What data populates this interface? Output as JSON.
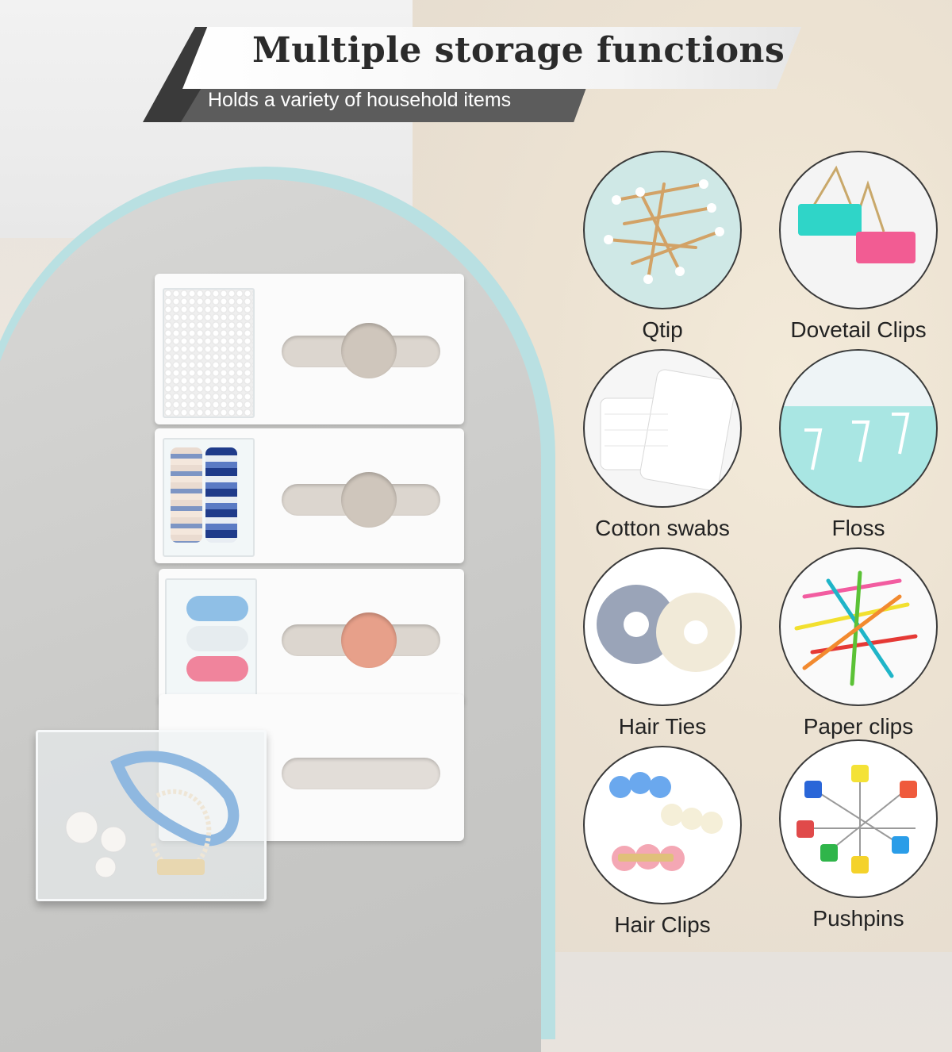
{
  "banner": {
    "title": "Multiple storage functions",
    "subtitle": "Holds a variety of household items"
  },
  "items": [
    {
      "label": "Qtip",
      "icon": "qtip-icon"
    },
    {
      "label": "Dovetail Clips",
      "icon": "dovetail-clips-icon"
    },
    {
      "label": "Cotton swabs",
      "icon": "cotton-pads-icon"
    },
    {
      "label": "Floss",
      "icon": "floss-icon"
    },
    {
      "label": "Hair Ties",
      "icon": "scrunchies-icon"
    },
    {
      "label": "Paper clips",
      "icon": "paper-clips-icon"
    },
    {
      "label": "Hair Clips",
      "icon": "hair-clips-icon"
    },
    {
      "label": "Pushpins",
      "icon": "pushpins-icon"
    }
  ],
  "colors": {
    "arch": "#b9e0e2",
    "banner_dark": "#5c5c5c",
    "text": "#222222"
  }
}
